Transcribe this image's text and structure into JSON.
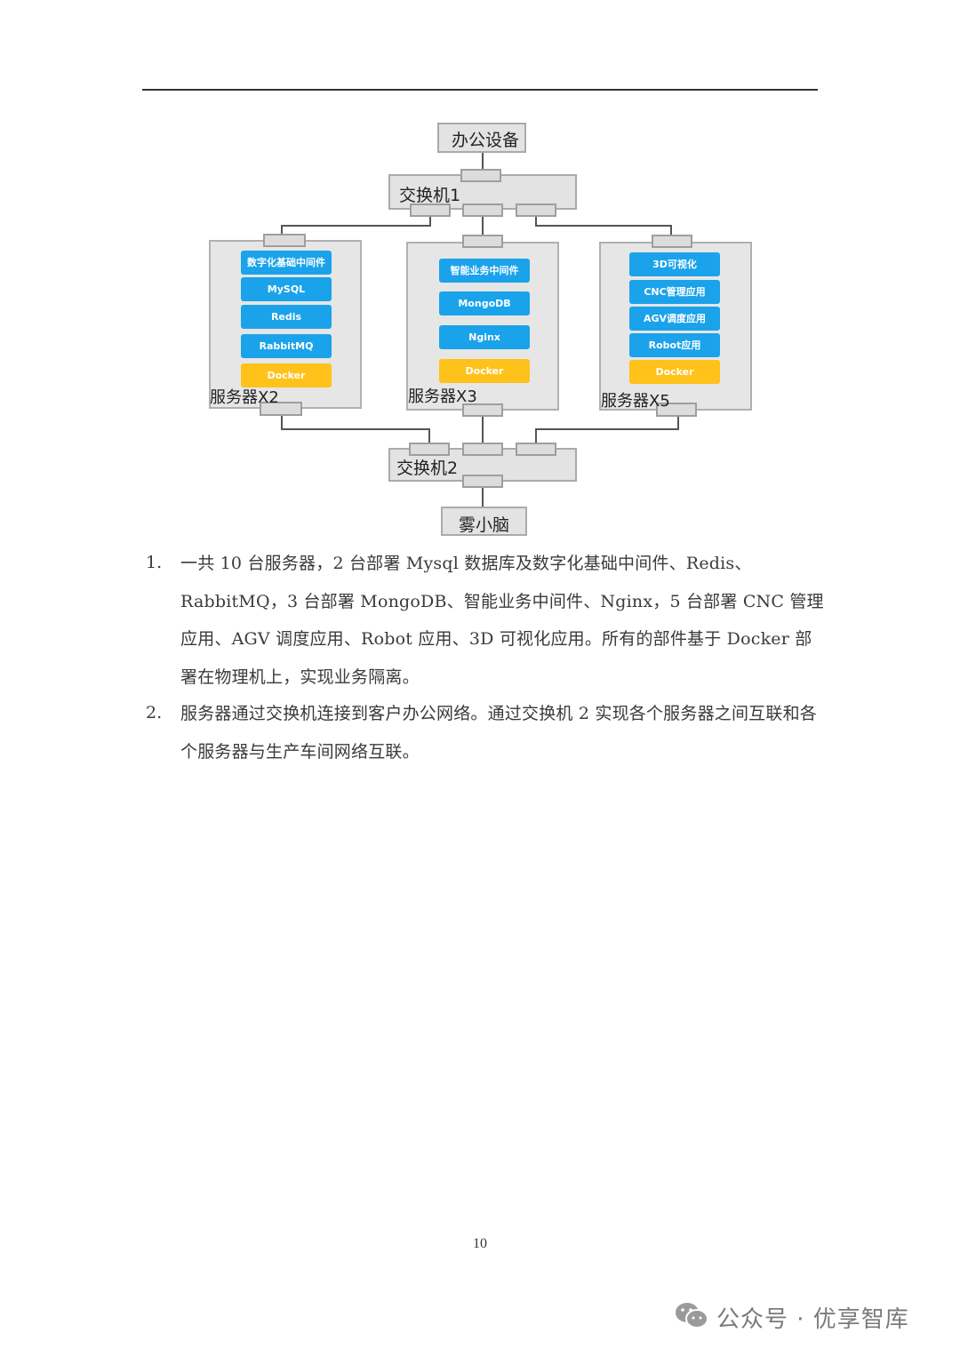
{
  "diagram": {
    "office_equipment": "办公设备",
    "switch1": "交换机1",
    "switch2": "交换机2",
    "fog_brain": "雾小脑",
    "server_groups": [
      {
        "label": "服务器X2",
        "services": [
          "数字化基础中间件",
          "MySQL",
          "Redis",
          "RabbitMQ",
          "Docker"
        ]
      },
      {
        "label": "服务器X3",
        "services": [
          "智能业务中间件",
          "MongoDB",
          "Nginx",
          "Docker"
        ]
      },
      {
        "label": "服务器X5",
        "services": [
          "3D可视化",
          "CNC管理应用",
          "AGV调度应用",
          "Robot应用",
          "Docker"
        ]
      }
    ],
    "colors": {
      "service_blue": "#1aa3ea",
      "docker_yellow": "#ffc21a",
      "box_gray": "#e3e3e3"
    }
  },
  "list": [
    {
      "num": "1.",
      "text": "一共 10 台服务器，2 台部署 Mysql 数据库及数字化基础中间件、Redis、RabbitMQ，3 台部署 MongoDB、智能业务中间件、Nginx，5 台部署 CNC 管理应用、AGV 调度应用、Robot 应用、3D 可视化应用。所有的部件基于 Docker 部署在物理机上，实现业务隔离。"
    },
    {
      "num": "2.",
      "text": "服务器通过交换机连接到客户办公网络。通过交换机 2 实现各个服务器之间互联和各个服务器与生产车间网络互联。"
    }
  ],
  "page_number": "10",
  "watermark": {
    "icon": "wechat-icon",
    "text": "公众号 · 优享智库"
  }
}
